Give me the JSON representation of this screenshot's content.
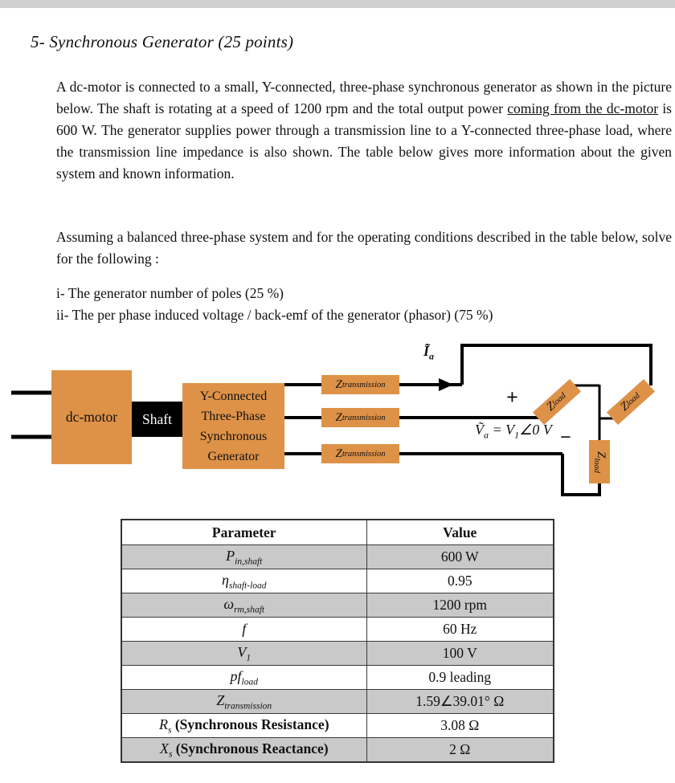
{
  "page": {
    "title": "5- Synchronous Generator (25 points)"
  },
  "intro": {
    "p1_before": "A dc-motor is connected to a small, Y-connected, three-phase synchronous generator as shown in the picture below. The shaft is rotating at a speed of 1200 rpm and the total output power ",
    "p1_underlined": "coming from the dc-motor",
    "p1_after": " is 600 W. The generator supplies power through a transmission line to a Y-connected three-phase load, where the transmission line impedance is also shown. The table below gives more information about the given system and known information.",
    "p2": "Assuming a balanced three-phase system and for the operating conditions described in the table below, solve for the following :",
    "item_i": "i- The generator number of poles (25 %)",
    "item_ii": "ii- The per phase induced voltage / back-emf of the generator (phasor) (75 %)"
  },
  "diagram": {
    "dc_motor": "dc-motor",
    "shaft": "Shaft",
    "generator": "Y-Connected Three-Phase Synchronous Generator",
    "z_transmission": {
      "main": "Z",
      "sub": "transmission"
    },
    "z_load": {
      "main": "Z",
      "sub": "load"
    },
    "current": {
      "main": "Ĩ",
      "sub": "a"
    },
    "plus": "+",
    "minus": "−",
    "voltage": {
      "p1": "Ṽ",
      "p2": "a",
      "p3": " = V",
      "p4": "1",
      "p5": "∠0 V"
    },
    "colors": {
      "box_orange": "#de9248",
      "box_black": "#000000"
    }
  },
  "table": {
    "shaded_color": "#c9c9c9",
    "headers": [
      "Parameter",
      "Value"
    ],
    "rows": [
      {
        "param_main": "P",
        "param_sub": "in,shaft",
        "param_suffix": "",
        "value": "600 W",
        "shaded": true
      },
      {
        "param_main": "η",
        "param_sub": "shaft-load",
        "param_suffix": "",
        "value": "0.95",
        "shaded": false
      },
      {
        "param_main": "ω",
        "param_sub": "rm,shaft",
        "param_suffix": "",
        "value": "1200 rpm",
        "shaded": true
      },
      {
        "param_main": "f",
        "param_sub": "",
        "param_suffix": "",
        "value": "60 Hz",
        "shaded": false
      },
      {
        "param_main": "V",
        "param_sub": "1",
        "param_suffix": "",
        "value": "100 V",
        "shaded": true
      },
      {
        "param_main": "pf",
        "param_sub": "load",
        "param_suffix": "",
        "value": "0.9 leading",
        "shaded": false
      },
      {
        "param_main": "Z",
        "param_sub": "transmission",
        "param_suffix": "",
        "value": "1.59∠39.01° Ω",
        "shaded": true
      },
      {
        "param_main": "R",
        "param_sub": "s",
        "param_suffix": " (Synchronous Resistance)",
        "value": "3.08 Ω",
        "shaded": false
      },
      {
        "param_main": "X",
        "param_sub": "s",
        "param_suffix": " (Synchronous Reactance)",
        "value": "2 Ω",
        "shaded": true
      }
    ]
  }
}
